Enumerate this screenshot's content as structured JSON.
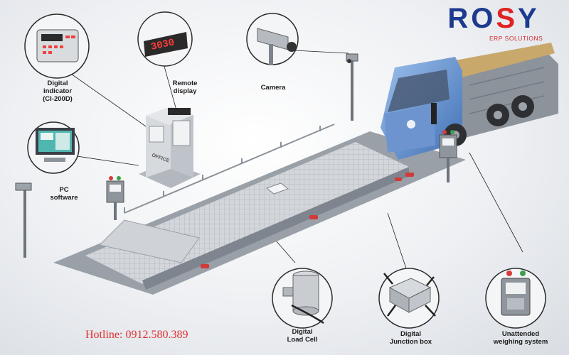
{
  "brand": {
    "logo_text": "ROSY",
    "logo_tagline": "ERP SOLUTIONS",
    "colors": {
      "blue": "#1d3a8f",
      "red": "#e02222"
    }
  },
  "hotline": "Hotline: 0912.580.389",
  "remote_display_value": "3030",
  "labels": {
    "digital_indicator": [
      "Digital",
      "indicator",
      "(CI-200D)"
    ],
    "remote_display": [
      "Remote",
      "display"
    ],
    "camera": "Camera",
    "pc_software": [
      "PC",
      "software"
    ],
    "digital_load_cell": [
      "Digital",
      "Load Cell"
    ],
    "digital_junction_box": [
      "Digital",
      "Junction box"
    ],
    "unattended_weighing_system": [
      "Unattended",
      "weighing system"
    ]
  },
  "office_sign": "OFFICE"
}
